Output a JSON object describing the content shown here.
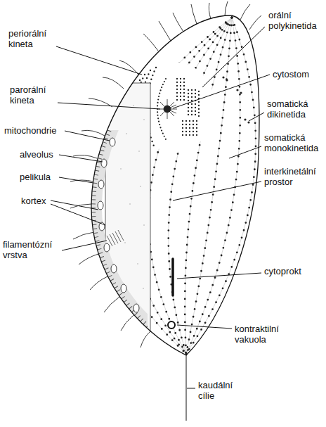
{
  "diagram": {
    "labels": [
      "orální polykinetida",
      "periorální kineta",
      "cytostom",
      "parorální kineta",
      "somatická dikinetida",
      "mitochondrie",
      "somatická monokinetida",
      "alveolus",
      "interkinetální prostor",
      "pelikula",
      "kortex",
      "filamentózní vrstva",
      "cytoprokt",
      "kontraktilní vakuola",
      "kaudální cílie"
    ]
  }
}
